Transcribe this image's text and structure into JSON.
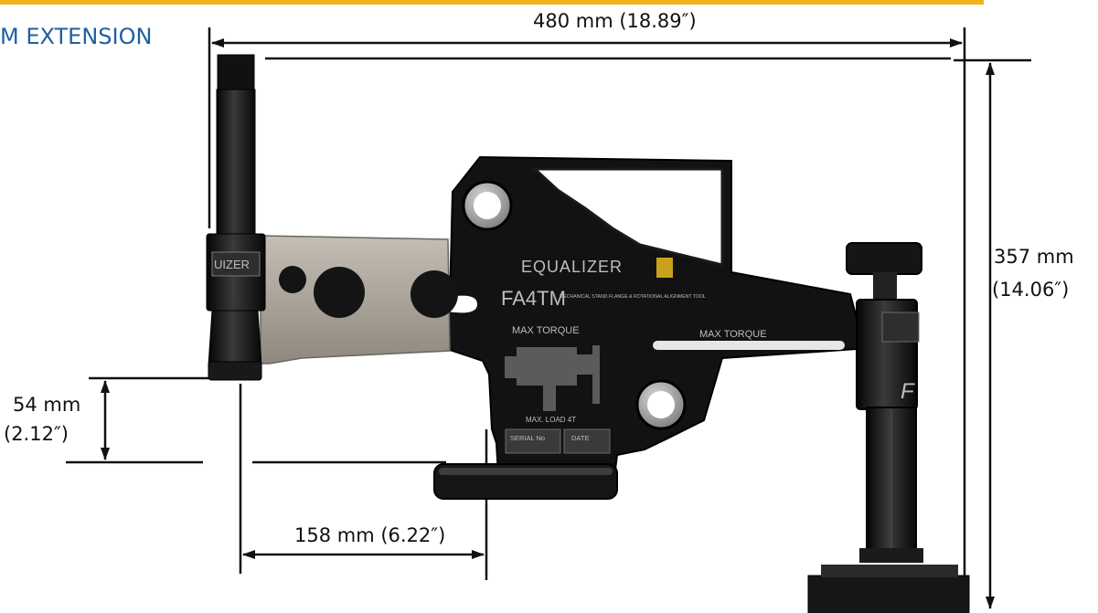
{
  "title": "M EXTENSION",
  "colors": {
    "accent_bar": "#f2b21c",
    "title": "#1f5fa3",
    "body": "#141414",
    "arm": "#a9a39a",
    "dimension_line": "#111111",
    "metal": "#8f8f8f"
  },
  "dimensions": {
    "width": "480 mm (18.89″)",
    "height_mm": "357 mm",
    "height_in": "(14.06″)",
    "clearance_mm": "54 mm",
    "clearance_in": "(2.12″)",
    "reach": "158 mm (6.22″)"
  },
  "labels": {
    "brand_body": "EQUALIZER",
    "brand_tool": "UIZER",
    "model": "FA4TM",
    "model_note": "MECHANICAL STAND FLANGE & ROTATIONAL ALIGNMENT TOOL",
    "max_torque_1": "MAX TORQUE",
    "max_torque_2": "MAX TORQUE",
    "max_load": "MAX. LOAD 4T",
    "serial_label": "SERIAL No",
    "date_label": "DATE",
    "column_letter": "F"
  }
}
